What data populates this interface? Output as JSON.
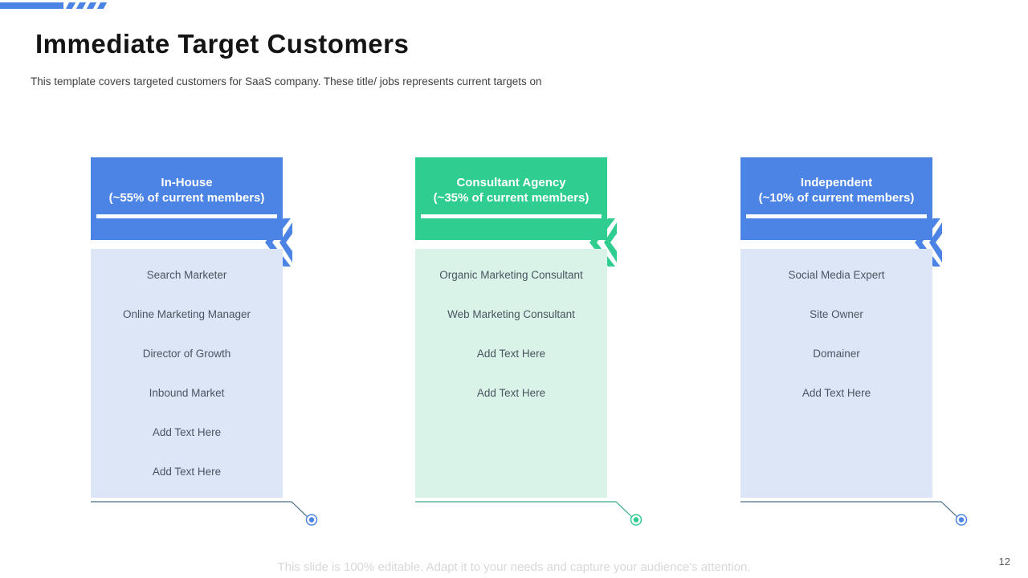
{
  "slide": {
    "title": "Immediate Target Customers",
    "subtitle": "This template covers targeted customers for SaaS company. These title/ jobs represents current targets on",
    "footer_note": "This slide is 100% editable. Adapt it to your needs and capture your audience's attention.",
    "page_number": "12"
  },
  "colors": {
    "blue_accent": "#4C84E6",
    "green_accent": "#2FCD90",
    "light_blue_panel": "#DCE6F6",
    "light_green_panel": "#DAF3E8",
    "item_text": "#4A5560",
    "footer_text": "#D8D8D8"
  },
  "icons": {
    "chevron": "left-chevron-icon",
    "marker": "target-dot-icon"
  },
  "columns": [
    {
      "id": "in-house",
      "theme": "blue",
      "title_line1": "In-House",
      "title_line2": "(~55% of current members)",
      "items": [
        "Search Marketer",
        "Online Marketing Manager",
        "Director of Growth",
        "Inbound  Market",
        "Add Text Here",
        "Add Text Here"
      ]
    },
    {
      "id": "consultant-agency",
      "theme": "green",
      "title_line1": "Consultant Agency",
      "title_line2": "(~35% of current members)",
      "items": [
        "Organic Marketing Consultant",
        "Web Marketing Consultant",
        "Add Text Here",
        "Add Text Here"
      ]
    },
    {
      "id": "independent",
      "theme": "blue",
      "title_line1": "Independent",
      "title_line2": "(~10% of current members)",
      "items": [
        "Social Media Expert",
        "Site Owner",
        "Domainer",
        "Add Text Here"
      ]
    }
  ]
}
